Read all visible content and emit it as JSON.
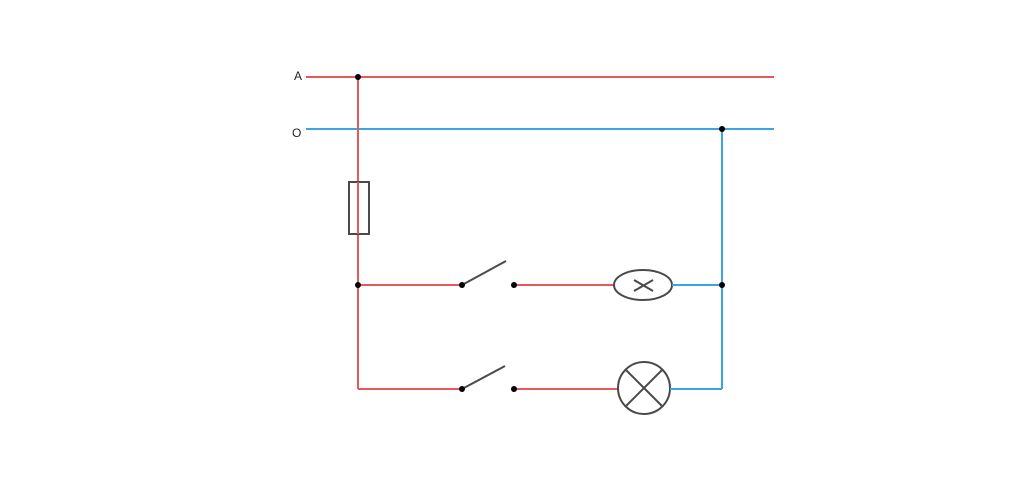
{
  "labels": {
    "phase_line": "A",
    "neutral_line": "O"
  },
  "colors": {
    "phase_wire": "#e8585a",
    "neutral_wire": "#3aa6e0",
    "component_stroke": "#4a4a4a",
    "node_dot": "#000000",
    "background": "#ffffff"
  },
  "components": [
    {
      "type": "fuse",
      "icon": "fuse-icon"
    },
    {
      "type": "switch",
      "icon": "switch-open-icon"
    },
    {
      "type": "lamp",
      "icon": "lamp-oval-icon"
    },
    {
      "type": "switch",
      "icon": "switch-open-icon"
    },
    {
      "type": "lamp",
      "icon": "lamp-circle-icon"
    }
  ]
}
